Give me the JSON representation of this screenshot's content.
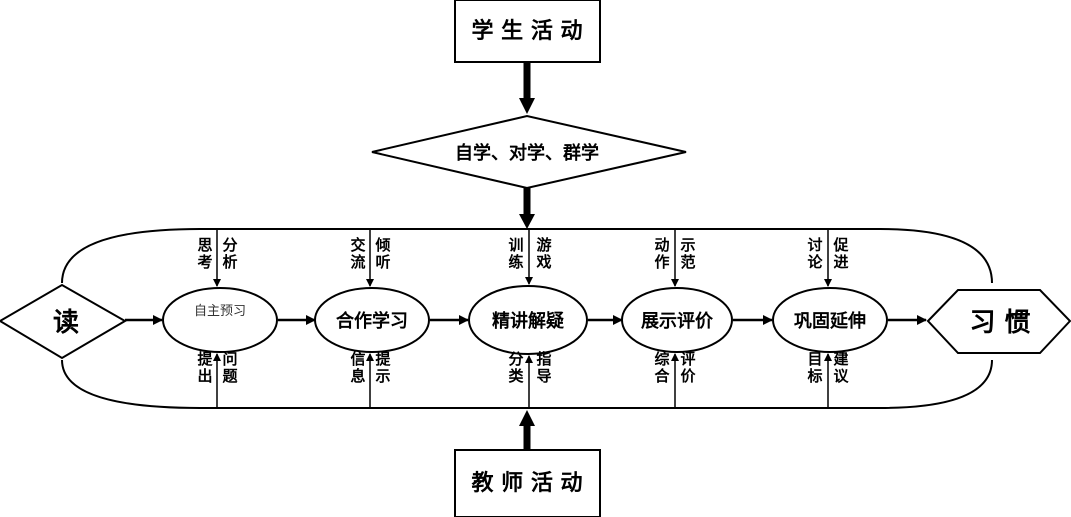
{
  "top_box": {
    "label": "学 生 活 动"
  },
  "bottom_box": {
    "label": "教 师 活 动"
  },
  "diamond_top": {
    "label": "自学、对学、群学"
  },
  "start": {
    "label": "读"
  },
  "end": {
    "label": "习 惯"
  },
  "steps": [
    {
      "label": "自主预习"
    },
    {
      "label": "合作学习"
    },
    {
      "label": "精讲解疑"
    },
    {
      "label": "展示评价"
    },
    {
      "label": "巩固延伸"
    }
  ],
  "top_annotations": [
    {
      "left": "思考",
      "right": "分析"
    },
    {
      "left": "交流",
      "right": "倾听"
    },
    {
      "left": "训练",
      "right": "游戏"
    },
    {
      "left": "动作",
      "right": "示范"
    },
    {
      "left": "讨论",
      "right": "促进"
    }
  ],
  "bottom_annotations": [
    {
      "left": "提出",
      "right": "问题"
    },
    {
      "left": "信息",
      "right": "提示"
    },
    {
      "left": "分类",
      "right": "指导"
    },
    {
      "left": "综合",
      "right": "评价"
    },
    {
      "left": "目标",
      "right": "建议"
    }
  ]
}
